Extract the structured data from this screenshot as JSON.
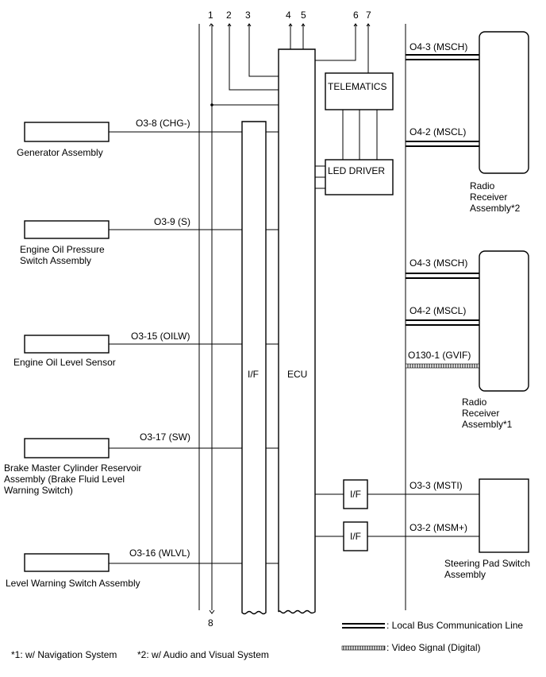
{
  "pins_top": [
    "1",
    "2",
    "3",
    "4",
    "5",
    "6",
    "7"
  ],
  "pin_bottom": "8",
  "blocks": {
    "ecu": "ECU",
    "if_main": "I/F",
    "telematics": "TELEMATICS",
    "led_driver": "LED DRIVER",
    "if_sw1": "I/F",
    "if_sw2": "I/F"
  },
  "left_components": [
    {
      "name": "Generator Assembly",
      "terminal": "O3-8 (CHG-)"
    },
    {
      "name": "Engine Oil Pressure\nSwitch Assembly",
      "terminal": "O3-9 (S)"
    },
    {
      "name": "Engine Oil Level Sensor",
      "terminal": "O3-15 (OILW)"
    },
    {
      "name": "Brake Master Cylinder Reservoir\nAssembly (Brake Fluid Level\nWarning Switch)",
      "terminal": "O3-17 (SW)"
    },
    {
      "name": "Level Warning Switch Assembly",
      "terminal": "O3-16 (WLVL)"
    }
  ],
  "right_components": [
    {
      "name": "Radio\nReceiver\nAssembly*2",
      "terminals": [
        "O4-3 (MSCH)",
        "O4-2 (MSCL)"
      ]
    },
    {
      "name": "Radio\nReceiver\nAssembly*1",
      "terminals": [
        "O4-3 (MSCH)",
        "O4-2 (MSCL)",
        "O130-1 (GVIF)"
      ]
    },
    {
      "name": "Steering Pad Switch\nAssembly",
      "terminals": [
        "O3-3 (MSTI)",
        "O3-2 (MSM+)"
      ]
    }
  ],
  "legend": [
    {
      "symbol": "double-line",
      "label": ": Local Bus Communication Line"
    },
    {
      "symbol": "hatched-line",
      "label": ": Video Signal (Digital)"
    }
  ],
  "footnotes": [
    "*1: w/ Navigation System",
    "*2: w/ Audio and Visual System"
  ]
}
